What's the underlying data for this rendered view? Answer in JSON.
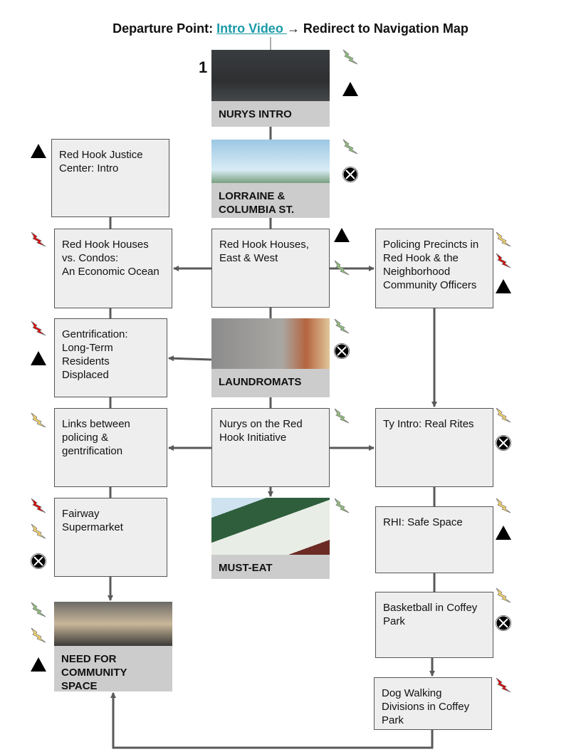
{
  "header": {
    "prefix": "Departure Point: ",
    "link": "Intro Video ",
    "suffix": "→ Redirect to Navigation Map"
  },
  "step_number": "1",
  "colors": {
    "green_bolt": "#93c47d",
    "yellow_bolt": "#ffd966",
    "red_bolt": "#e00000",
    "line": "#595959",
    "link": "#1a9aa8"
  },
  "nodes": [
    {
      "id": "nurys-intro",
      "label": "NURYS INTRO",
      "type": "image",
      "icons": [
        "green-bolt",
        "triangle"
      ]
    },
    {
      "id": "lorraine",
      "label": "LORRAINE &\nCOLUMBIA ST.",
      "type": "image",
      "icons": [
        "green-bolt",
        "circle-x"
      ]
    },
    {
      "id": "rhjc-intro",
      "label": "Red Hook Justice\nCenter: Intro",
      "type": "text",
      "icons": [
        "triangle"
      ]
    },
    {
      "id": "houses-vs-condos",
      "label": "Red Hook Houses\nvs. Condos:\nAn Economic Ocean",
      "type": "text",
      "icons": [
        "red-bolt"
      ]
    },
    {
      "id": "houses-east-west",
      "label": "Red Hook Houses,\nEast & West",
      "type": "text",
      "icons": [
        "triangle",
        "green-bolt"
      ]
    },
    {
      "id": "policing-precincts",
      "label": "Policing Precincts in\nRed Hook & the\nNeighborhood\nCommunity Officers",
      "type": "text",
      "icons": [
        "yellow-bolt",
        "red-bolt",
        "triangle"
      ]
    },
    {
      "id": "gentrification",
      "label": "Gentrification:\nLong-Term\nResidents\nDisplaced",
      "type": "text",
      "icons": [
        "red-bolt",
        "triangle"
      ]
    },
    {
      "id": "laundromats",
      "label": "LAUNDROMATS",
      "type": "image",
      "icons": [
        "green-bolt",
        "circle-x"
      ]
    },
    {
      "id": "links-policing",
      "label": "Links between\npolicing &\ngentrification",
      "type": "text",
      "icons": [
        "yellow-bolt"
      ]
    },
    {
      "id": "nurys-rhi",
      "label": "Nurys on the Red\nHook Initiative",
      "type": "text",
      "icons": [
        "green-bolt"
      ]
    },
    {
      "id": "ty-intro",
      "label": "Ty Intro: Real Rites",
      "type": "text",
      "icons": [
        "yellow-bolt",
        "circle-x"
      ]
    },
    {
      "id": "fairway",
      "label": "Fairway\nSupermarket",
      "type": "text",
      "icons": [
        "red-bolt",
        "yellow-bolt",
        "circle-x"
      ]
    },
    {
      "id": "must-eat",
      "label": "MUST-EAT",
      "type": "image",
      "icons": [
        "green-bolt"
      ]
    },
    {
      "id": "rhi-safe-space",
      "label": "RHI: Safe Space",
      "type": "text",
      "icons": [
        "yellow-bolt",
        "triangle"
      ]
    },
    {
      "id": "basketball",
      "label": "Basketball in Coffey\nPark",
      "type": "text",
      "icons": [
        "yellow-bolt",
        "circle-x"
      ]
    },
    {
      "id": "community-space",
      "label": "NEED FOR\nCOMMUNITY\nSPACE",
      "type": "image",
      "icons": [
        "green-bolt",
        "yellow-bolt",
        "triangle"
      ]
    },
    {
      "id": "dog-walking",
      "label": "Dog Walking\nDivisions in Coffey\nPark",
      "type": "text",
      "icons": [
        "red-bolt"
      ]
    }
  ]
}
